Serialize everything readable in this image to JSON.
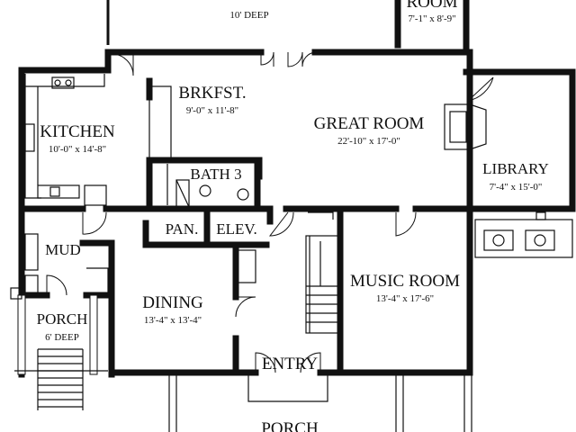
{
  "rooms": {
    "porch_top": {
      "dim": "10' DEEP"
    },
    "room_top": {
      "name": "ROOM",
      "dim": "7'-1\" x 8'-9\""
    },
    "brkfst": {
      "name": "BRKFST.",
      "dim": "9'-0\" x 11'-8\""
    },
    "great_room": {
      "name": "GREAT ROOM",
      "dim": "22'-10\" x 17'-0\""
    },
    "kitchen": {
      "name": "KITCHEN",
      "dim": "10'-0\" x 14'-8\""
    },
    "bath3": {
      "name": "BATH 3"
    },
    "library": {
      "name": "LIBRARY",
      "dim": "7'-4\" x 15'-0\""
    },
    "pan": {
      "name": "PAN."
    },
    "elev": {
      "name": "ELEV."
    },
    "mud": {
      "name": "MUD"
    },
    "music_room": {
      "name": "MUSIC ROOM",
      "dim": "13'-4\" x 17'-6\""
    },
    "dining": {
      "name": "DINING",
      "dim": "13'-4\" x 13'-4\""
    },
    "porch_left": {
      "name": "PORCH",
      "dim": "6' DEEP"
    },
    "entry": {
      "name": "ENTRY"
    },
    "porch_bottom": {
      "name": "PORCH"
    }
  }
}
